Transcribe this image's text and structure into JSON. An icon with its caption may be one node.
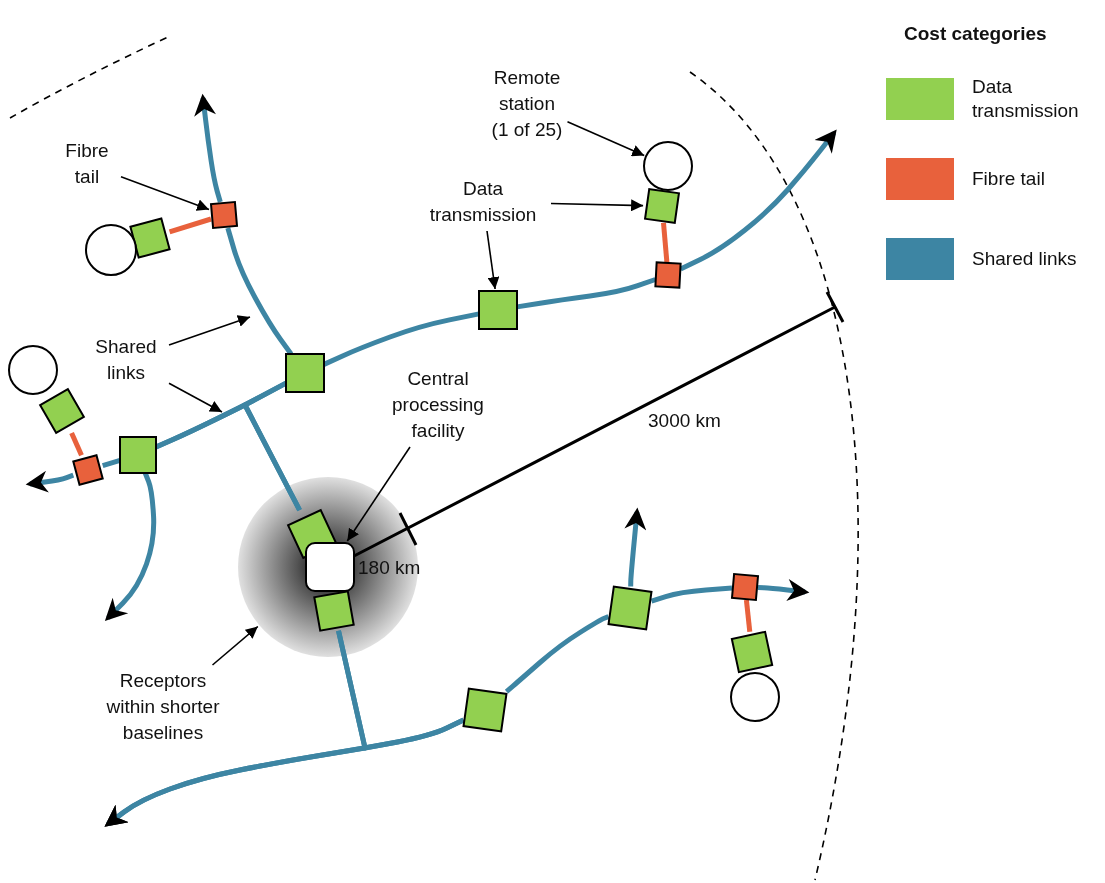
{
  "diagram": {
    "nodes": [
      {
        "text": [
          "Fibre tail"
        ]
      },
      {
        "text": [
          "Remote station (1 of 25)"
        ]
      },
      {
        "text": [
          "Data transmission"
        ]
      },
      {
        "text": [
          "Shared links"
        ]
      },
      {
        "text": [
          "Central processing facility"
        ]
      },
      {
        "text": [
          "Receptors within shorter baselines"
        ]
      },
      {
        "text": [],
        "shape": "box"
      },
      {
        "text": [],
        "shape": "circle"
      },
      {
        "text": [],
        "shape": "box"
      },
      {
        "text": [],
        "shape": "box"
      },
      {
        "text": [],
        "shape": "box",
        "in": 11
      },
      {
        "text": [],
        "shape": "circle"
      },
      {
        "text": [],
        "shape": "circle"
      },
      {
        "text": [],
        "shape": "box"
      },
      {
        "text": [],
        "shape": "circle"
      },
      {
        "text": [],
        "shape": "box"
      },
      {
        "text": [],
        "shape": "box"
      },
      {
        "text": [],
        "shape": "box"
      },
      {
        "text": [],
        "shape": "box"
      },
      {
        "text": [],
        "shape": "box"
      },
      {
        "text": [],
        "shape": "box",
        "in": 11
      },
      {
        "text": [],
        "shape": "box",
        "in": 11
      },
      {
        "text": [],
        "shape": "box"
      },
      {
        "text": [],
        "shape": "box"
      },
      {
        "text": [],
        "shape": "box"
      },
      {
        "text": [],
        "shape": "box"
      },
      {
        "text": [],
        "shape": "circle"
      }
    ],
    "edges": [
      {
        "from": 0,
        "to": 6,
        "arrow": "to",
        "color": "#000000"
      },
      {
        "from": 1,
        "to": 7,
        "arrow": "to",
        "color": "#000000"
      },
      {
        "from": 2,
        "to": 8,
        "arrow": "to",
        "color": "#000000"
      },
      {
        "from": 2,
        "to": 9,
        "arrow": "to",
        "color": "#000000"
      },
      {
        "from": 3,
        "to": null,
        "arrow": "to",
        "color": "#000000"
      },
      {
        "from": 3,
        "to": null,
        "arrow": "to",
        "color": "#000000"
      },
      {
        "from": 4,
        "to": 10,
        "arrow": "to",
        "color": "#000000"
      },
      {
        "from": 5,
        "to": 11,
        "arrow": "to",
        "color": "#000000"
      },
      {
        "from": 16,
        "to": null,
        "arrow": "to"
      },
      {
        "from": 16,
        "to": 17,
        "arrow": "none"
      },
      {
        "from": 17,
        "to": 18,
        "arrow": "none"
      },
      {
        "from": 18,
        "to": 9,
        "arrow": "none"
      },
      {
        "from": 9,
        "to": 19,
        "arrow": "none"
      },
      {
        "from": 19,
        "to": null,
        "arrow": "to"
      },
      {
        "from": 6,
        "to": null,
        "arrow": "to"
      },
      {
        "from": 6,
        "to": 18,
        "arrow": "none"
      },
      {
        "from": 17,
        "to": 20,
        "arrow": "none"
      },
      {
        "from": 18,
        "to": 20,
        "arrow": "none"
      },
      {
        "from": 21,
        "to": 22,
        "arrow": "none"
      },
      {
        "from": 21,
        "to": null,
        "arrow": "to"
      },
      {
        "from": 22,
        "to": null,
        "arrow": "to"
      },
      {
        "from": 22,
        "to": 23,
        "arrow": "none"
      },
      {
        "from": 23,
        "to": 24,
        "arrow": "none"
      },
      {
        "from": 24,
        "to": null,
        "arrow": "to"
      },
      {
        "from": 23,
        "to": null,
        "arrow": "to"
      },
      {
        "from": 17,
        "to": null,
        "arrow": "to"
      },
      {
        "from": 13,
        "to": 6,
        "arrow": "none",
        "color": "#e8613c"
      },
      {
        "from": 15,
        "to": 16,
        "arrow": "none",
        "color": "#e8613c"
      },
      {
        "from": 8,
        "to": 19,
        "arrow": "none",
        "color": "#e8613c"
      },
      {
        "from": 24,
        "to": 25,
        "arrow": "none",
        "color": "#e8613c"
      }
    ],
    "labels": [
      "Cost categories",
      "3000 km",
      "180 km"
    ],
    "legend": [
      {
        "text": "Data transmission",
        "color": "#92d050"
      },
      {
        "text": "Fibre tail",
        "color": "#e8613c"
      },
      {
        "text": "Shared links",
        "color": "#3d85a3"
      }
    ]
  }
}
